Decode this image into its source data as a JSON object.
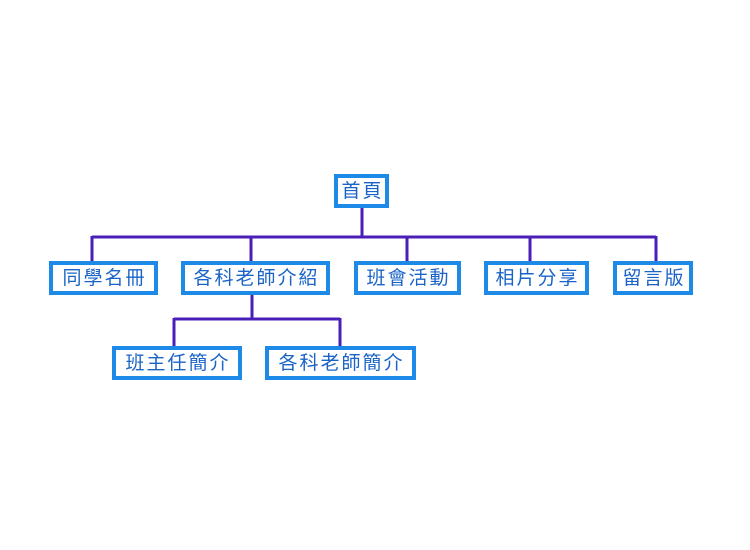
{
  "diagram": {
    "root": {
      "label": "首頁"
    },
    "level1": [
      {
        "label": "同學名冊"
      },
      {
        "label": "各科老師介紹"
      },
      {
        "label": "班會活動"
      },
      {
        "label": "相片分享"
      },
      {
        "label": "留言版"
      }
    ],
    "level2": [
      {
        "label": "班主任簡介"
      },
      {
        "label": "各科老師簡介"
      }
    ]
  },
  "colors": {
    "box_border": "#1c8ae6",
    "box_text": "#1a63c7",
    "connector": "#4a1fb8",
    "background": "#ffffff"
  }
}
